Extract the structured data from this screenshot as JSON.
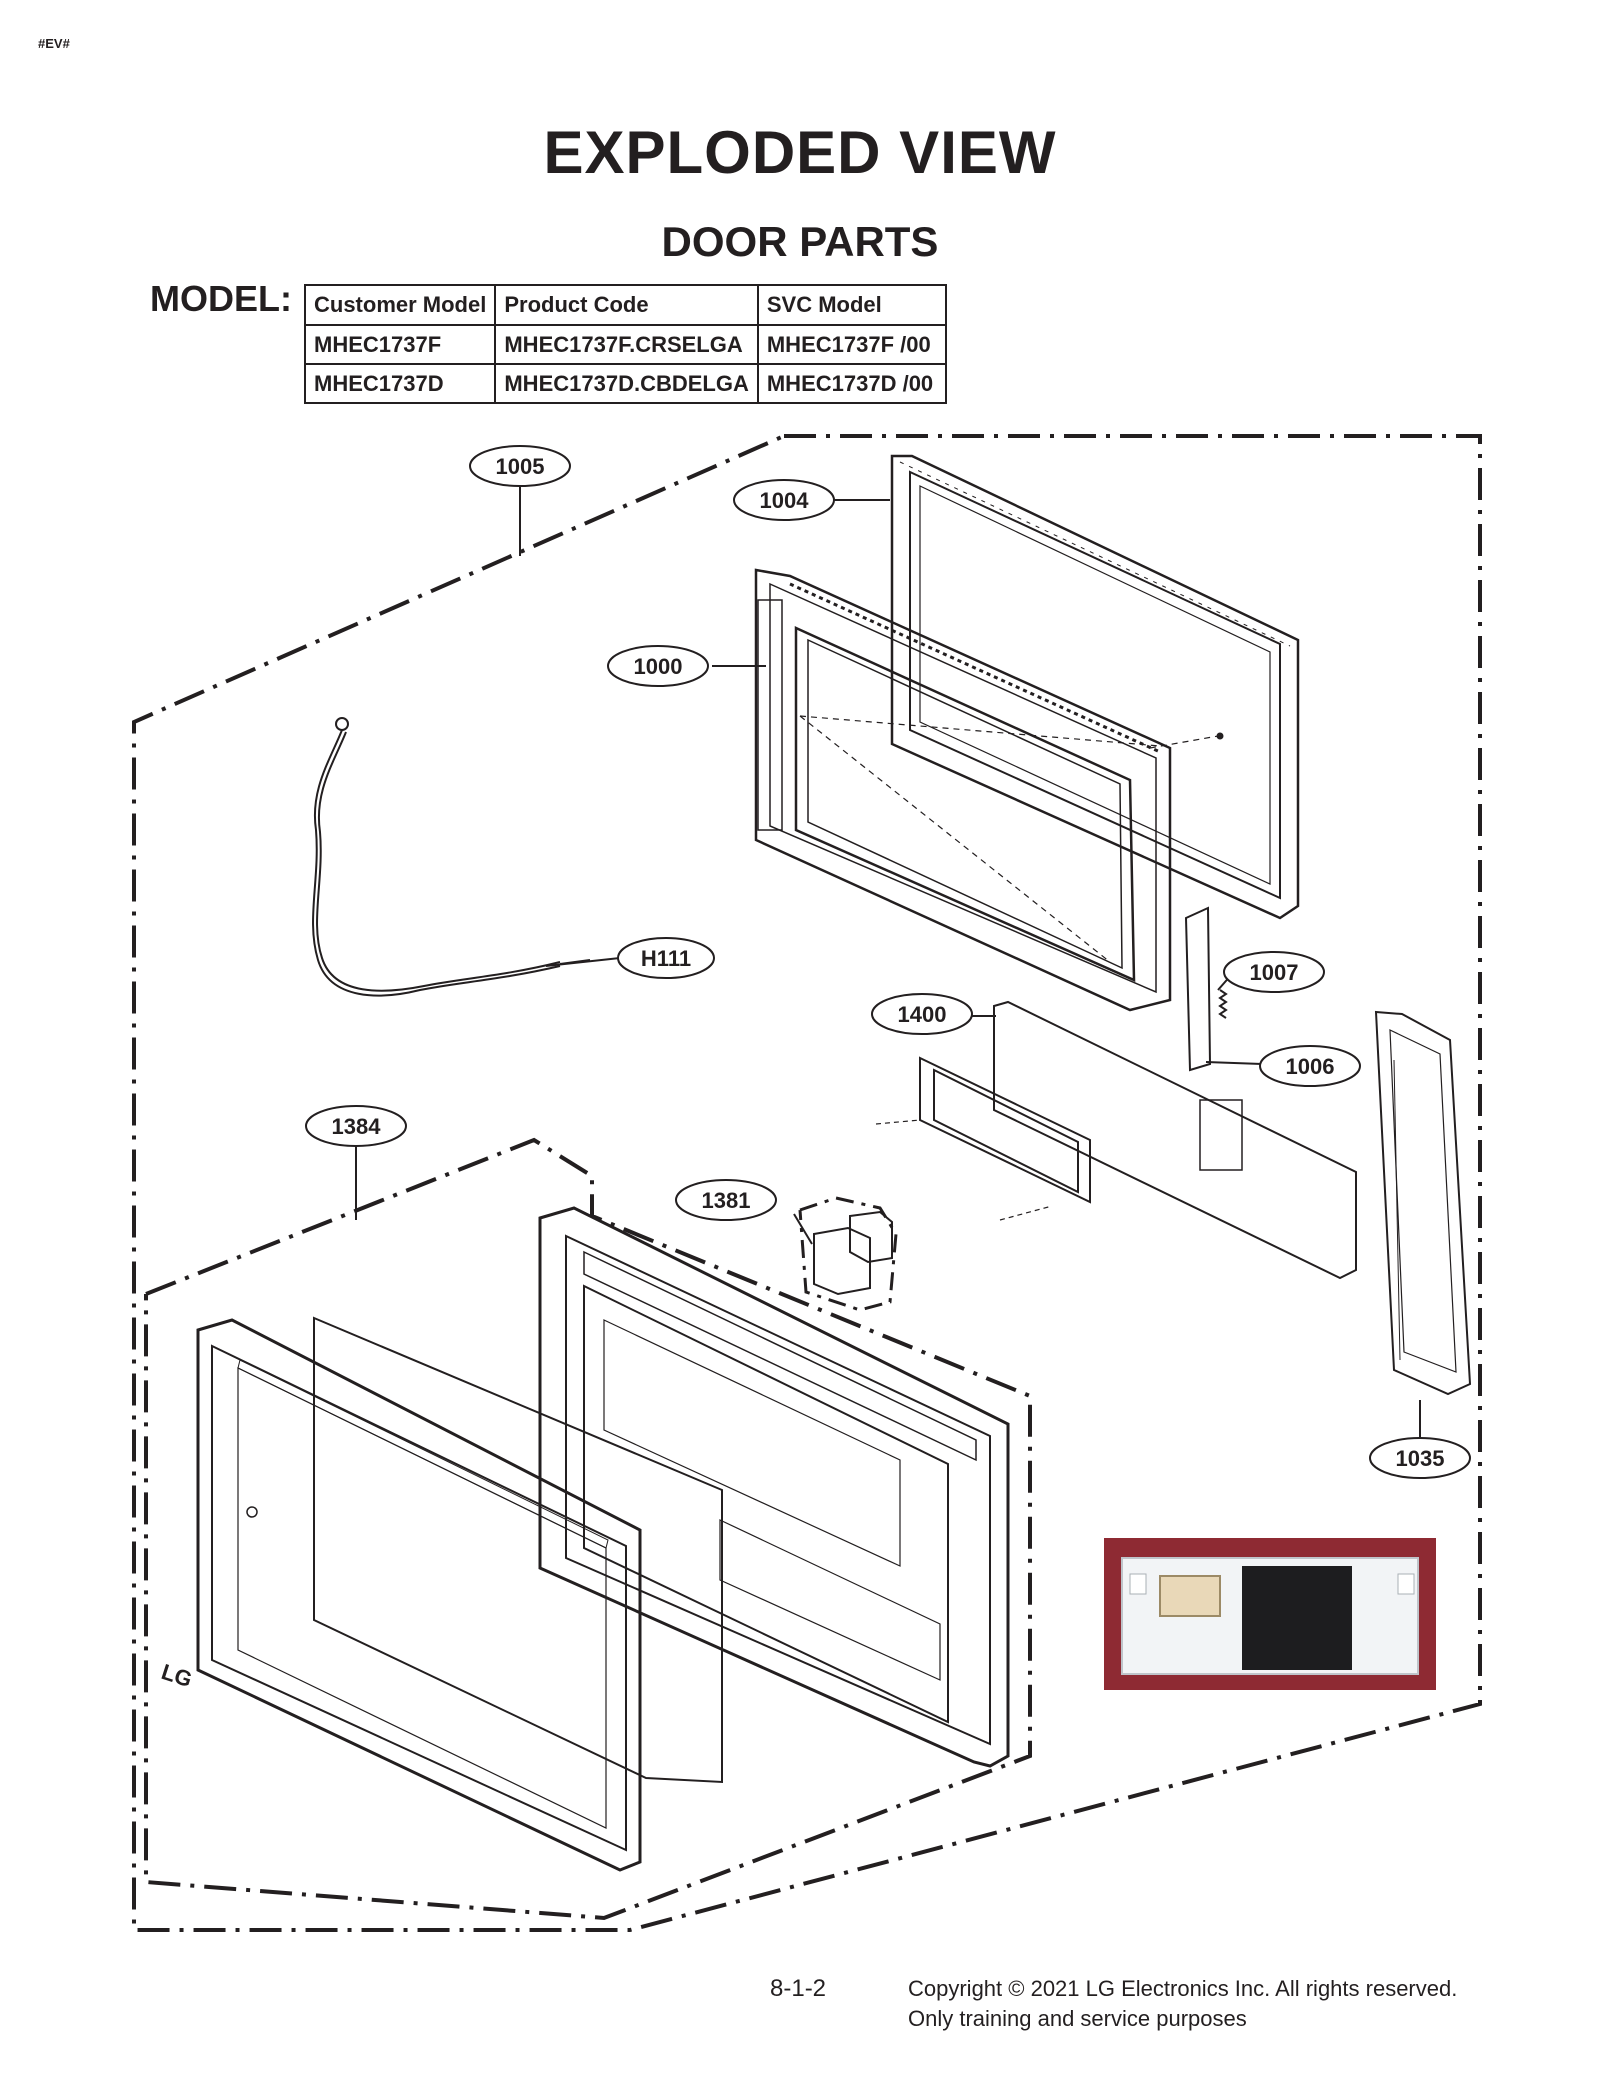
{
  "header_tag": "#EV#",
  "title": "EXPLODED VIEW",
  "subtitle": "DOOR PARTS",
  "model_label": "MODEL:",
  "model_table": {
    "headers": [
      "Customer Model",
      "Product Code",
      "SVC Model"
    ],
    "rows": [
      [
        "MHEC1737F",
        "MHEC1737F.CRSELGA",
        "MHEC1737F  /00"
      ],
      [
        "MHEC1737D",
        "MHEC1737D.CBDELGA",
        "MHEC1737D  /00"
      ]
    ]
  },
  "callouts": {
    "c1005": "1005",
    "c1004": "1004",
    "c1000": "1000",
    "cH111": "H111",
    "c1007": "1007",
    "c1400": "1400",
    "c1006": "1006",
    "c1384": "1384",
    "c1381": "1381",
    "c1035": "1035"
  },
  "logo": "LG",
  "footer": {
    "page_number": "8-1-2",
    "copyright_line1": "Copyright © 2021 LG Electronics Inc. All rights reserved.",
    "copyright_line2": "Only training and service purposes"
  }
}
